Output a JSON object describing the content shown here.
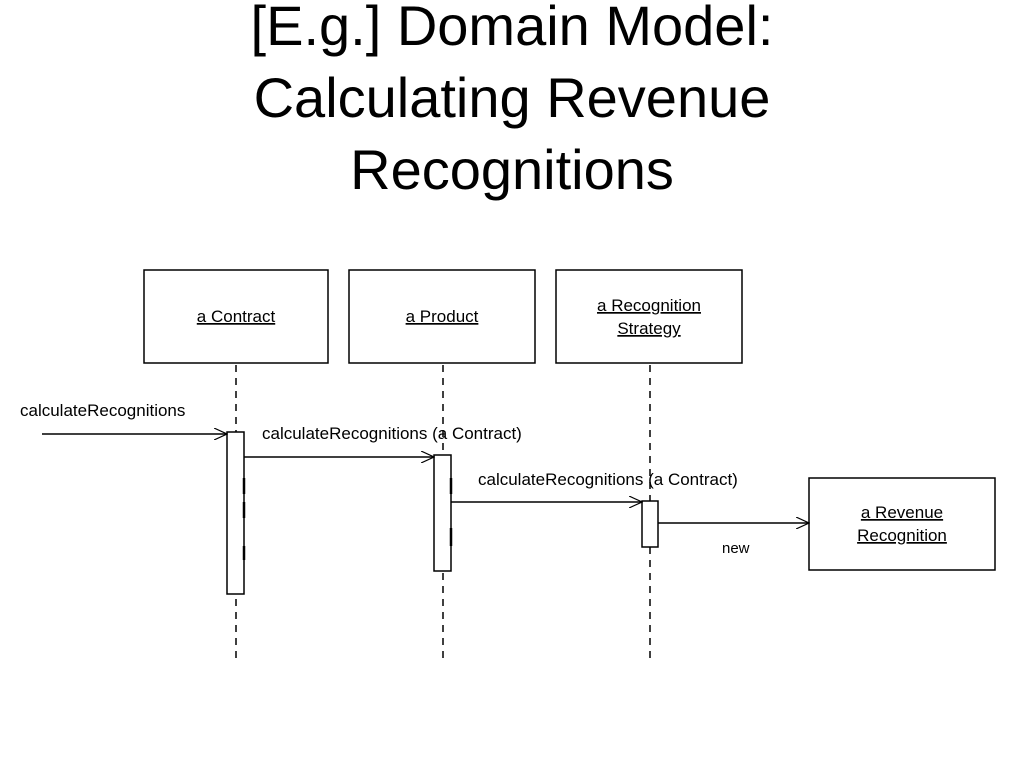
{
  "title": {
    "lines": [
      "[E.g.] Domain Model:",
      "Calculating Revenue",
      "Recognitions"
    ]
  },
  "diagram": {
    "lifelines": [
      {
        "id": "contract",
        "lines": [
          "a Contract"
        ]
      },
      {
        "id": "product",
        "lines": [
          "a Product"
        ]
      },
      {
        "id": "strategy",
        "lines": [
          "a Recognition",
          "Strategy"
        ]
      }
    ],
    "created_object": {
      "lines": [
        "a Revenue",
        "Recognition"
      ]
    },
    "messages": [
      {
        "label": "calculateRecognitions",
        "from": "actor",
        "to": "contract"
      },
      {
        "label": "calculateRecognitions (a Contract)",
        "from": "contract",
        "to": "product"
      },
      {
        "label": "calculateRecognitions (a Contract)",
        "from": "product",
        "to": "strategy"
      },
      {
        "label": "new",
        "from": "strategy",
        "to": "revenue-recognition"
      }
    ]
  }
}
